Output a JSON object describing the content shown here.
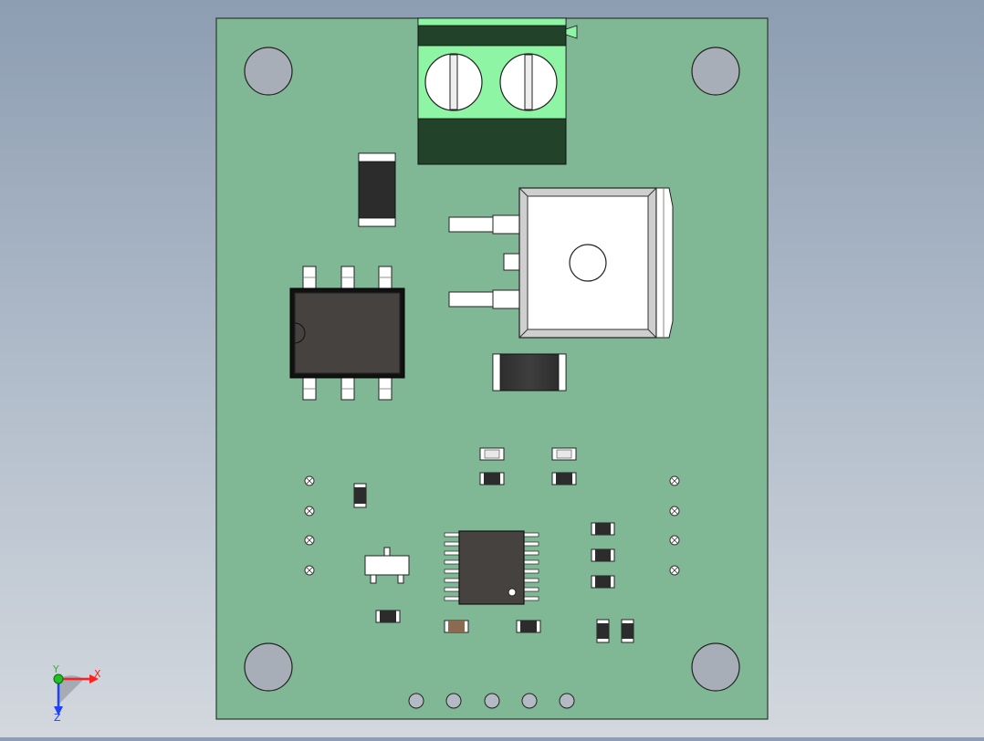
{
  "model_view": {
    "pcb_color": "#80b896",
    "terminal_block_color": "#8ef5a4",
    "terminal_block_dark": "#22432a",
    "ic_body_color": "#454240",
    "mounting_hole_color": "#a8aeb8"
  },
  "triad": {
    "axis_x": "X",
    "axis_y": "Y",
    "axis_z": "Z",
    "x_color": "#ff2020",
    "y_color": "#20c020",
    "z_color": "#2040ff"
  }
}
